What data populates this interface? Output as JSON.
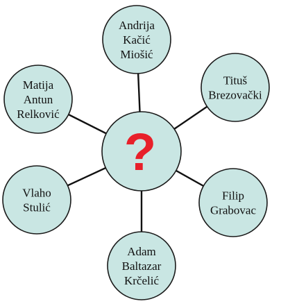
{
  "center": {
    "symbol": "?",
    "symbol_color": "#e8202a"
  },
  "node_fill_color": "#c9e6e3",
  "nodes": [
    {
      "id": "andrija-kacic-miosic",
      "lines": [
        "Andrija",
        "Kačić",
        "Miošić"
      ]
    },
    {
      "id": "titus-brezovacki",
      "lines": [
        "Tituš",
        "Brezovački"
      ]
    },
    {
      "id": "filip-grabovac",
      "lines": [
        "Filip",
        "Grabovac"
      ]
    },
    {
      "id": "adam-baltazar-krcelic",
      "lines": [
        "Adam",
        "Baltazar",
        "Krčelić"
      ]
    },
    {
      "id": "vlaho-stulic",
      "lines": [
        "Vlaho",
        "Stulić"
      ]
    },
    {
      "id": "matija-antun-relkovic",
      "lines": [
        "Matija",
        "Antun",
        "Relković"
      ]
    }
  ]
}
